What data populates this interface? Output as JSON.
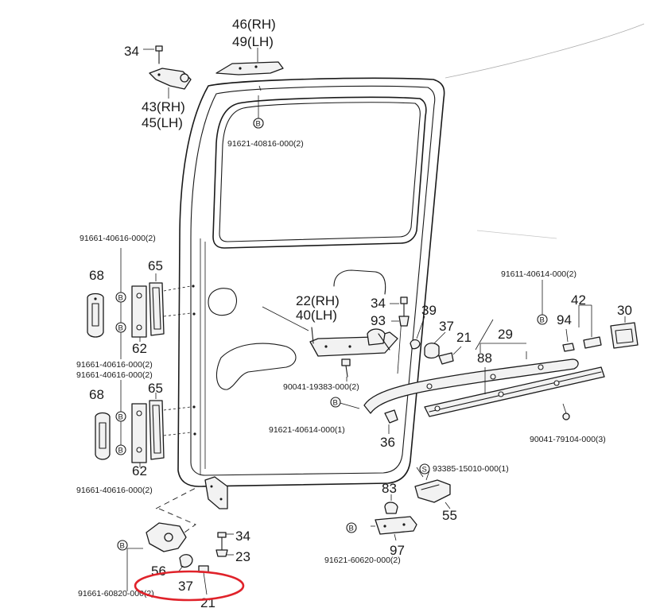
{
  "labels": {
    "l34a": "34",
    "l46": "46(RH)",
    "l49": "49(LH)",
    "l43": "43(RH)",
    "l45": "45(LH)",
    "c1": "B",
    "p1": "91621-40816-000(2)",
    "p2": "91661-40616-000(2)",
    "l68a": "68",
    "l65a": "65",
    "c2": "B",
    "c3": "B",
    "l62a": "62",
    "p3": "91661-40616-000(2)",
    "p4": "91661-40616-000(2)",
    "l68b": "68",
    "l65b": "65",
    "c4": "B",
    "c5": "B",
    "l62b": "62",
    "p5": "91661-40616-000(2)",
    "l22": "22(RH)",
    "l40": "40(LH)",
    "l34b": "34",
    "l93": "93",
    "l39": "39",
    "l37a": "37",
    "l21a": "21",
    "p6": "90041-19383-000(2)",
    "c6": "B",
    "p7": "91621-40614-000(1)",
    "l36": "36",
    "p8": "91611-40614-000(2)",
    "l42": "42",
    "l30": "30",
    "c7": "B",
    "l94": "94",
    "l29": "29",
    "l88": "88",
    "p9": "90041-79104-000(3)",
    "c8": "S",
    "p10": "93385-15010-000(1)",
    "l83": "83",
    "l55": "55",
    "c9": "B",
    "l97": "97",
    "p11": "91621-60620-000(2)",
    "l34c": "34",
    "l23": "23",
    "c10": "B",
    "l56": "56",
    "l37b": "37",
    "l21b": "21",
    "p12": "91661-60820-000(2)"
  },
  "annotation_color": "#e0222a"
}
